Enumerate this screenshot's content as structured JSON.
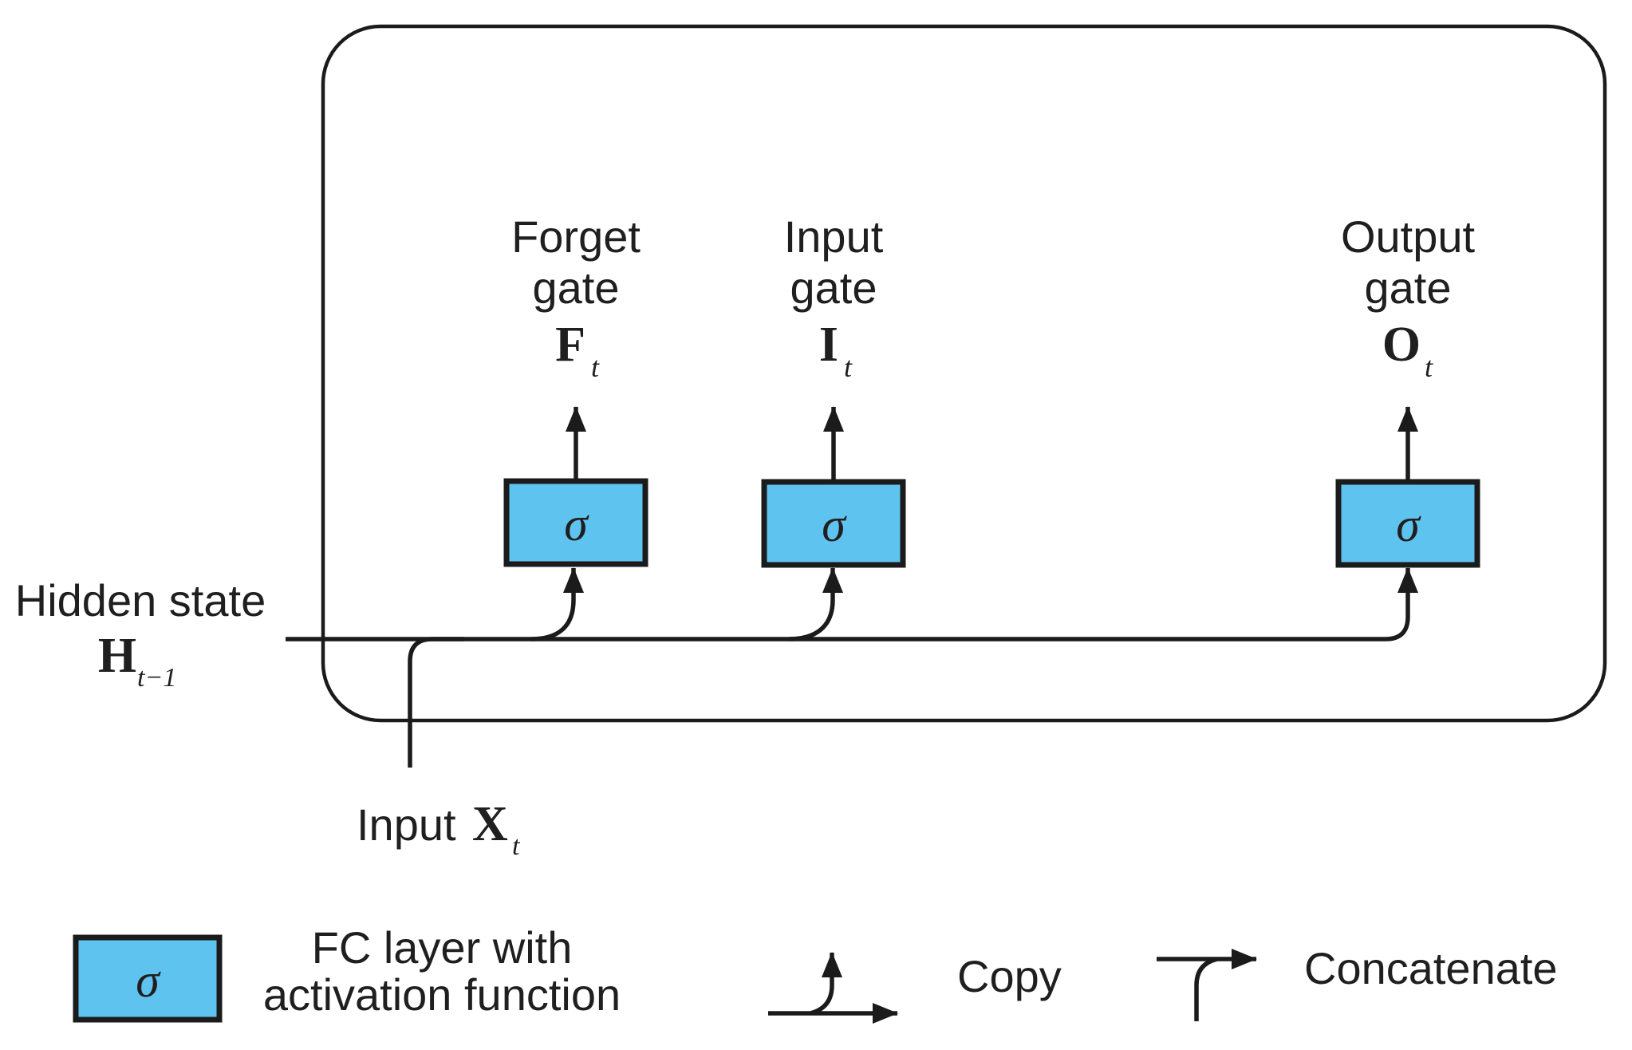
{
  "diagram": {
    "type": "lstm-gates",
    "gates": [
      {
        "id": "forget",
        "label_line1": "Forget",
        "label_line2": "gate",
        "symbol": "F",
        "subscript": "t",
        "activation": "σ"
      },
      {
        "id": "input",
        "label_line1": "Input",
        "label_line2": "gate",
        "symbol": "I",
        "subscript": "t",
        "activation": "σ"
      },
      {
        "id": "output",
        "label_line1": "Output",
        "label_line2": "gate",
        "symbol": "O",
        "subscript": "t",
        "activation": "σ"
      }
    ],
    "hidden_state": {
      "label": "Hidden state",
      "symbol": "H",
      "subscript": "t−1"
    },
    "input": {
      "label": "Input",
      "symbol": "X",
      "subscript": "t"
    },
    "legend": {
      "fc": {
        "symbol": "σ",
        "label_line1": "FC layer with",
        "label_line2": "activation function"
      },
      "copy": {
        "label": "Copy"
      },
      "concatenate": {
        "label": "Concatenate"
      }
    },
    "colors": {
      "box_fill": "#5FC3F0",
      "box_stroke": "#1B1B1B",
      "line": "#1B1B1B",
      "text": "#1F1F1F",
      "background": "#FFFFFF"
    }
  }
}
